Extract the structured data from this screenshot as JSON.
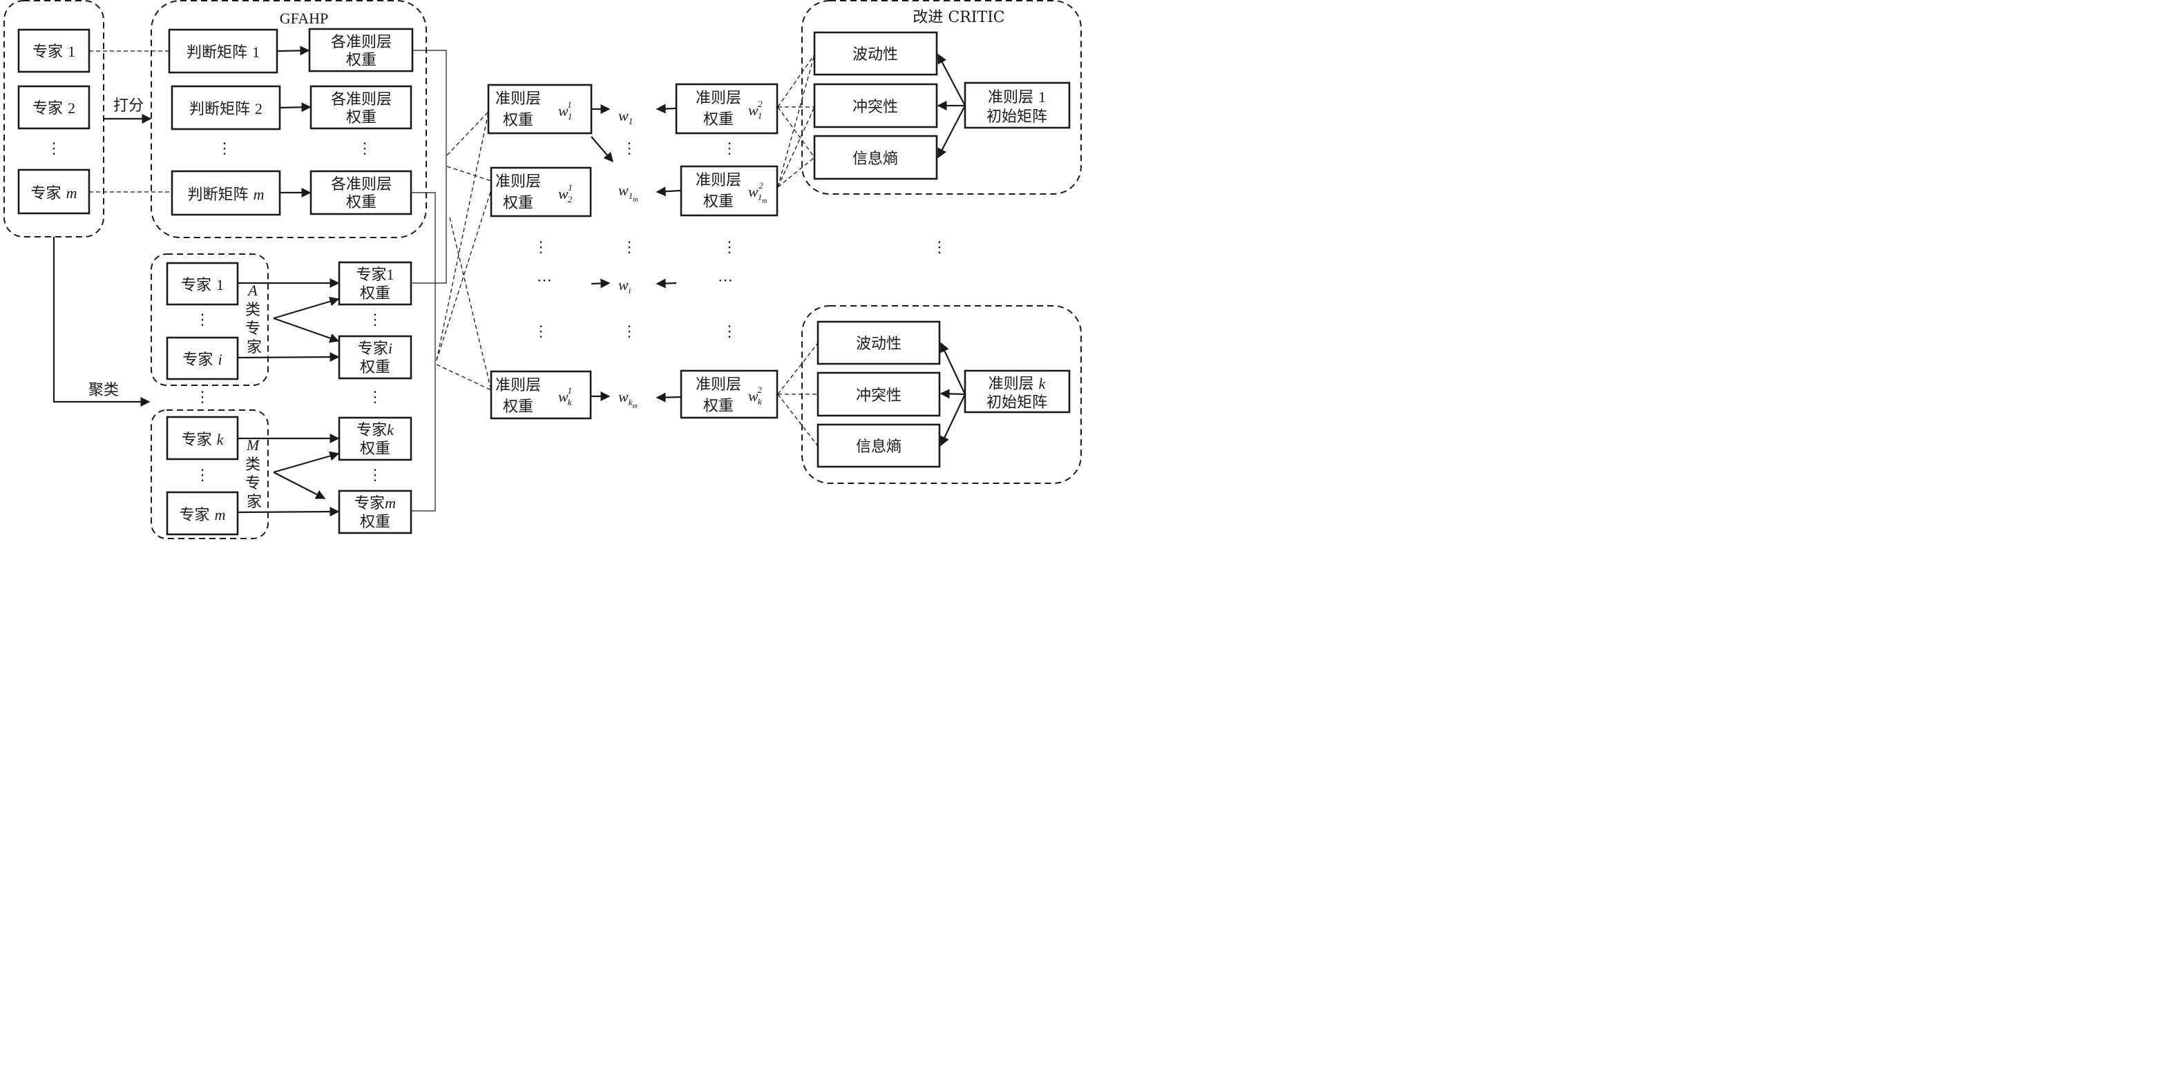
{
  "groups": {
    "gfahp_title": "GFAHP",
    "critic_title": "改进 CRITIC"
  },
  "experts": [
    {
      "prefix": "专家",
      "suffix": "1",
      "suffix_italic": false
    },
    {
      "prefix": "专家",
      "suffix": "2",
      "suffix_italic": false
    },
    {
      "prefix": "专家",
      "suffix": "m",
      "suffix_italic": true
    }
  ],
  "labels": {
    "scoring": "打分",
    "clustering": "聚类",
    "ellipsis_v": "⋮",
    "ellipsis_h": "⋯"
  },
  "judgment_matrices": [
    {
      "prefix": "判断矩阵",
      "suffix": "1",
      "suffix_italic": false
    },
    {
      "prefix": "判断矩阵",
      "suffix": "2",
      "suffix_italic": false
    },
    {
      "prefix": "判断矩阵",
      "suffix": "m",
      "suffix_italic": true
    }
  ],
  "criteria_weights": {
    "line1": "各准则层",
    "line2": "权重"
  },
  "clusters": [
    {
      "class_letter": "A",
      "class_text": [
        "类",
        "专",
        "家"
      ],
      "members": [
        {
          "prefix": "专家",
          "suffix": "1",
          "suffix_italic": false
        },
        {
          "prefix": "专家",
          "suffix": "i",
          "suffix_italic": true
        }
      ],
      "weights": [
        {
          "prefix": "专家",
          "suffix": "1",
          "suffix_italic": false,
          "line2": "权重"
        },
        {
          "prefix": "专家",
          "suffix": "i",
          "suffix_italic": true,
          "line2": "权重"
        }
      ]
    },
    {
      "class_letter": "M",
      "class_text": [
        "类",
        "专",
        "家"
      ],
      "members": [
        {
          "prefix": "专家",
          "suffix": "k",
          "suffix_italic": true
        },
        {
          "prefix": "专家",
          "suffix": "m",
          "suffix_italic": true
        }
      ],
      "weights": [
        {
          "prefix": "专家",
          "suffix": "k",
          "suffix_italic": true,
          "line2": "权重"
        },
        {
          "prefix": "专家",
          "suffix": "m",
          "suffix_italic": true,
          "line2": "权重"
        }
      ]
    }
  ],
  "layer_weights_1": [
    {
      "line1": "准则层",
      "line2": "权重",
      "symbol": "w",
      "sup": "1",
      "sub": "1",
      "subsub": ""
    },
    {
      "line1": "准则层",
      "line2": "权重",
      "symbol": "w",
      "sup": "1",
      "sub": "2",
      "subsub": ""
    },
    {
      "line1": "准则层",
      "line2": "权重",
      "symbol": "w",
      "sup": "1",
      "sub": "k",
      "subsub": ""
    }
  ],
  "layer_weights_2": [
    {
      "line1": "准则层",
      "line2": "权重",
      "symbol": "w",
      "sup": "2",
      "sub": "1",
      "subsub": ""
    },
    {
      "line1": "准则层",
      "line2": "权重",
      "symbol": "w",
      "sup": "2",
      "sub": "1",
      "subsub": "m"
    },
    {
      "line1": "准则层",
      "line2": "权重",
      "symbol": "w",
      "sup": "2",
      "sub": "k",
      "subsub": ""
    }
  ],
  "combined_weights": [
    {
      "symbol": "w",
      "sub": "1",
      "subsub": ""
    },
    {
      "symbol": "w",
      "sub": "1",
      "subsub": "m"
    },
    {
      "symbol": "w",
      "sub": "i",
      "subsub": ""
    },
    {
      "symbol": "w",
      "sub": "k",
      "subsub": "m"
    }
  ],
  "critic_blocks": [
    {
      "indicators": [
        "波动性",
        "冲突性",
        "信息熵"
      ],
      "initial_line1_prefix": "准则层",
      "initial_line1_suffix": "1",
      "initial_line1_italic": false,
      "initial_line2": "初始矩阵"
    },
    {
      "indicators": [
        "波动性",
        "冲突性",
        "信息熵"
      ],
      "initial_line1_prefix": "准则层",
      "initial_line1_suffix": "k",
      "initial_line1_italic": true,
      "initial_line2": "初始矩阵"
    }
  ]
}
